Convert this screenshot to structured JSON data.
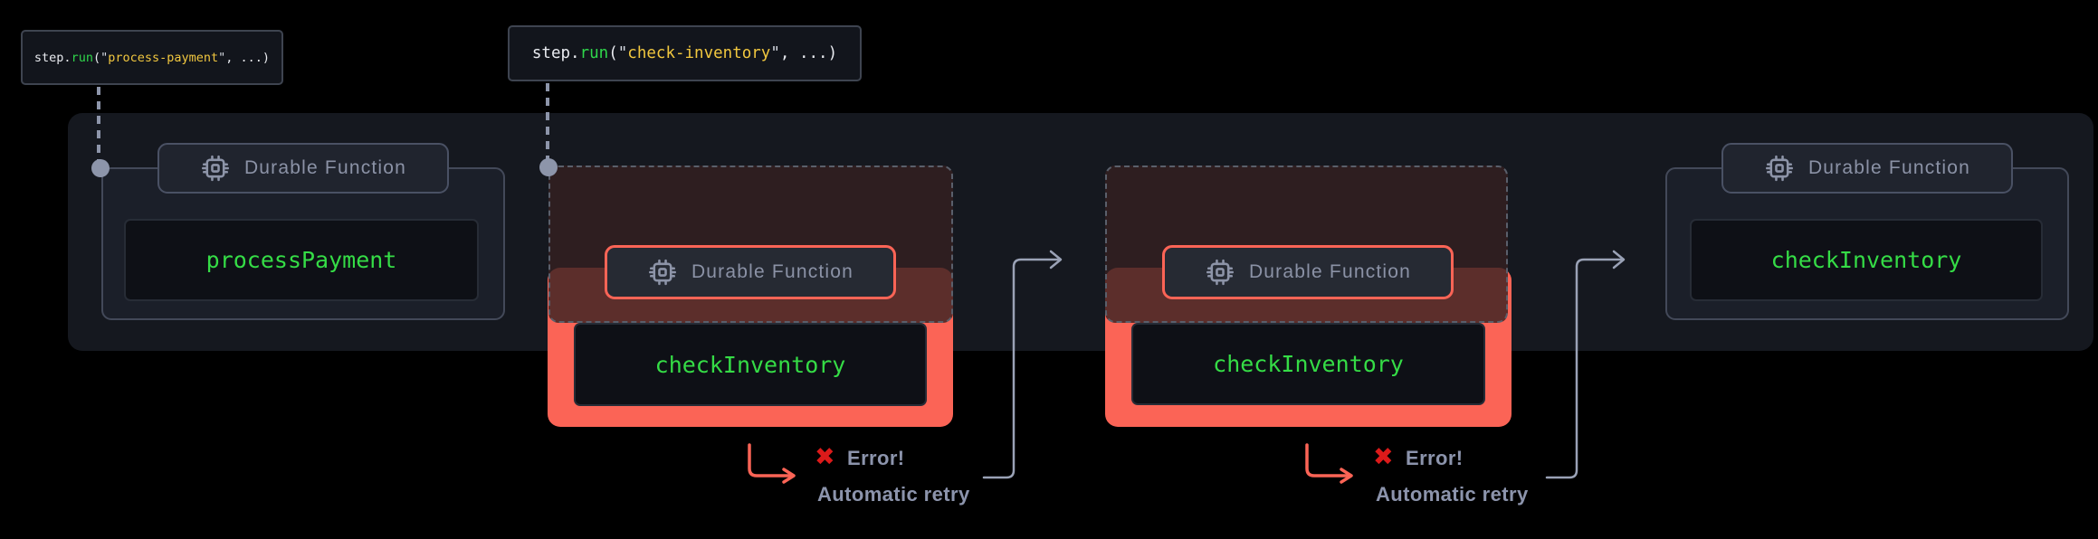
{
  "diagram": {
    "code_labels": [
      {
        "object": "step",
        "dot": ".",
        "method": "run",
        "open": "(",
        "quote_open": "\"",
        "argument": "process-payment",
        "quote_close": "\"",
        "rest": ", ...)"
      },
      {
        "object": "step",
        "dot": ".",
        "method": "run",
        "open": "(",
        "quote_open": "\"",
        "argument": "check-inventory",
        "quote_close": "\"",
        "rest": ", ...)"
      }
    ],
    "units": [
      {
        "kind": "durable-function",
        "badge_label": "Durable Function",
        "function_name": "processPayment"
      },
      {
        "kind": "failed-attempt",
        "badge_label": "Durable Function",
        "function_name": "checkInventory"
      },
      {
        "kind": "failed-attempt",
        "badge_label": "Durable Function",
        "function_name": "checkInventory"
      },
      {
        "kind": "durable-function",
        "badge_label": "Durable Function",
        "function_name": "checkInventory"
      }
    ],
    "error_annotations": [
      {
        "cross_icon": "✖",
        "error_label": "Error!",
        "retry_label": "Automatic retry"
      },
      {
        "cross_icon": "✖",
        "error_label": "Error!",
        "retry_label": "Automatic retry"
      }
    ],
    "colors": {
      "background": "#000000",
      "panel": "#15181f",
      "card": "#1b1f29",
      "card_border": "#434959",
      "badge_bg": "#20242e",
      "badge_border": "#4a5164",
      "badge_text": "#8b92a6",
      "function_box": "#0e1016",
      "function_text_green": "#35dc46",
      "salmon_red": "#fb6456",
      "ghost_fill": "rgba(52,32,33,0.8)",
      "dashed_border": "#5a5f6b",
      "code_method_green": "#2fd64b",
      "code_string_yellow": "#f1c73f",
      "code_text": "#e9ebf0",
      "connector_gray": "#8d95aa",
      "arrow_gray": "#9aa2b6",
      "error_red": "#dc1a1a",
      "annotation_text": "#8c94ac"
    }
  }
}
